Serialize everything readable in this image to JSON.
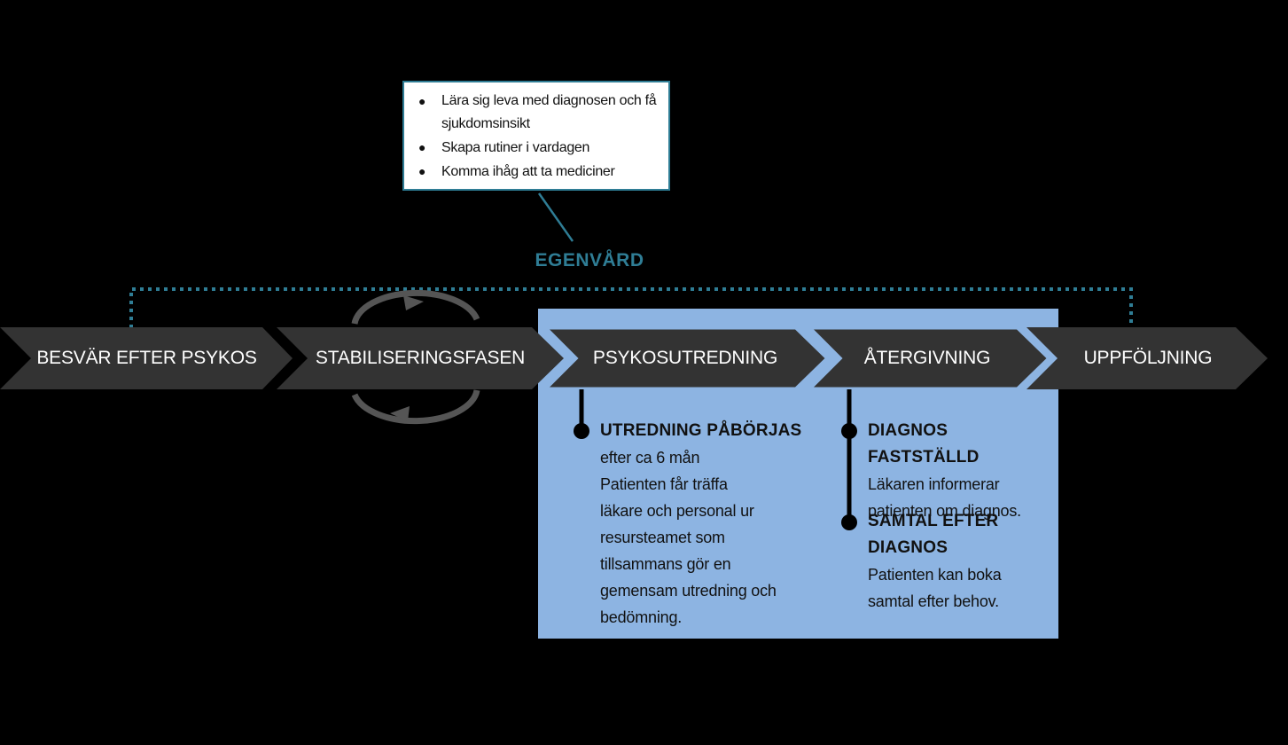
{
  "note": {
    "items": [
      "Lära sig leva med diagnosen och få sjukdomsinsikt",
      "Skapa rutiner i vardagen",
      "Komma ihåg att ta mediciner"
    ]
  },
  "egenvard": {
    "label": "EGENVÅRD"
  },
  "steps": [
    {
      "label": "BESVÄR EFTER PSYKOS"
    },
    {
      "label": "STABILISERINGSFASEN"
    },
    {
      "label": "PSYKOSUTREDNING"
    },
    {
      "label": "ÅTERGIVNING"
    },
    {
      "label": "UPPFÖLJNING"
    }
  ],
  "details": {
    "utredning": {
      "heading": "UTREDNING PÅBÖRJAS",
      "lines": [
        "efter ca 6 mån",
        "Patienten får träffa",
        "läkare och personal ur",
        "resursteamet som",
        "tillsammans gör en",
        "gemensam utredning och",
        "bedömning."
      ]
    },
    "diagnos": {
      "heading": "DIAGNOS FASTSTÄLLD",
      "lines": [
        "Läkaren informerar",
        "patienten om diagnos."
      ]
    },
    "samtal": {
      "heading_lines": [
        "SAMTAL EFTER",
        "DIAGNOS"
      ],
      "lines": [
        "Patienten kan boka",
        "samtal efter behov."
      ]
    }
  },
  "colors": {
    "accent": "#2f7d95",
    "highlight": "#8db4e2",
    "arrow": "#333333"
  }
}
